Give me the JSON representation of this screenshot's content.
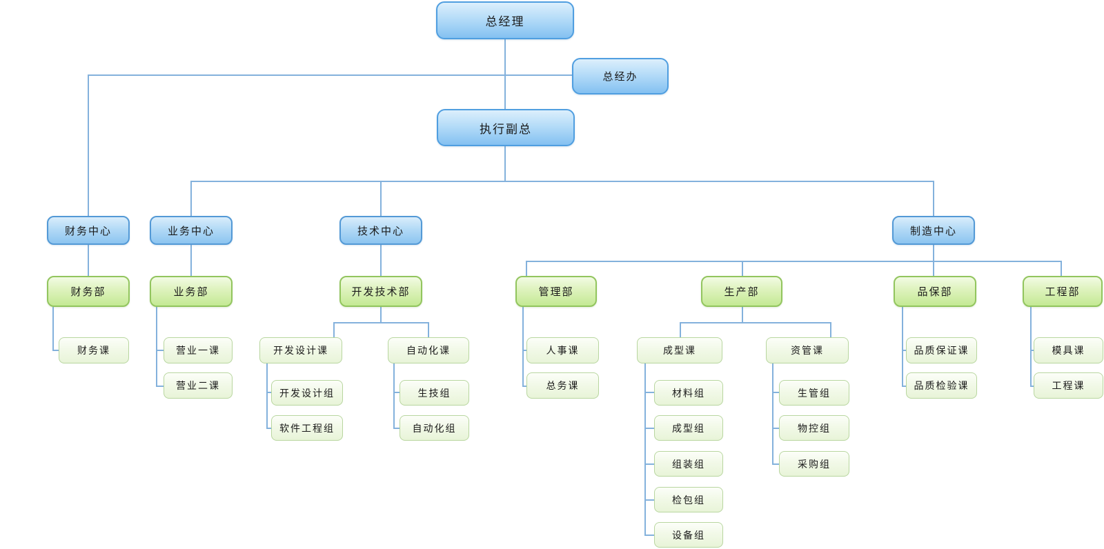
{
  "diagram": {
    "type": "org-chart",
    "language": "zh-CN",
    "background": "#ffffff"
  },
  "colors": {
    "connector": "#83b1dc",
    "level1_box_border": "#4f9ee0",
    "level1_box_gradient_top": "#dceffc",
    "level1_box_gradient_bottom": "#84c1f1",
    "center_box_border": "#5399d6",
    "dept_box_border": "#92c55e",
    "dept_box_gradient_top": "#f2fbe3",
    "dept_box_gradient_bottom": "#c4e994",
    "section_box_border": "#b8d69f",
    "section_box_gradient_top": "#fcfef9",
    "section_box_gradient_bottom": "#e8f4d8",
    "text": "#1a1a1a"
  },
  "nodes": {
    "gm": "总经理",
    "gmo": "总经办",
    "evp": "执行副总",
    "fin_center": "财务中心",
    "biz_center": "业务中心",
    "tech_center": "技术中心",
    "mfg_center": "制造中心",
    "fin_dept": "财务部",
    "biz_dept": "业务部",
    "devtech_dept": "开发技术部",
    "mgmt_dept": "管理部",
    "prod_dept": "生产部",
    "qa_dept": "品保部",
    "eng_dept": "工程部",
    "fin_sec": "财务课",
    "sales1_sec": "营业一课",
    "sales2_sec": "营业二课",
    "devdesign_sec": "开发设计课",
    "auto_sec": "自动化课",
    "hr_sec": "人事课",
    "ga_sec": "总务课",
    "molding_sec": "成型课",
    "resmgmt_sec": "资管课",
    "qa_assure_sec": "品质保证课",
    "qa_inspect_sec": "品质检验课",
    "mold_sec": "模具课",
    "eng_sec": "工程课",
    "devdesign_grp": "开发设计组",
    "software_grp": "软件工程组",
    "prodtech_grp": "生技组",
    "auto_grp": "自动化组",
    "material_grp": "材料组",
    "molding_grp": "成型组",
    "assembly_grp": "组装组",
    "inspect_pack_grp": "检包组",
    "equipment_grp": "设备组",
    "prodmgmt_grp": "生管组",
    "matctrl_grp": "物控组",
    "purchasing_grp": "采购组"
  },
  "hierarchy": {
    "label": "总经理",
    "children": [
      {
        "label": "总经办",
        "staff": true
      },
      {
        "label": "执行副总",
        "children": [
          {
            "label": "财务中心",
            "children": [
              {
                "label": "财务部",
                "children": [
                  {
                    "label": "财务课"
                  }
                ]
              }
            ]
          },
          {
            "label": "业务中心",
            "children": [
              {
                "label": "业务部",
                "children": [
                  {
                    "label": "营业一课"
                  },
                  {
                    "label": "营业二课"
                  }
                ]
              }
            ]
          },
          {
            "label": "技术中心",
            "children": [
              {
                "label": "开发技术部",
                "children": [
                  {
                    "label": "开发设计课",
                    "children": [
                      {
                        "label": "开发设计组"
                      },
                      {
                        "label": "软件工程组"
                      }
                    ]
                  },
                  {
                    "label": "自动化课",
                    "children": [
                      {
                        "label": "生技组"
                      },
                      {
                        "label": "自动化组"
                      }
                    ]
                  }
                ]
              }
            ]
          },
          {
            "label": "制造中心",
            "children": [
              {
                "label": "管理部",
                "children": [
                  {
                    "label": "人事课"
                  },
                  {
                    "label": "总务课"
                  }
                ]
              },
              {
                "label": "生产部",
                "children": [
                  {
                    "label": "成型课",
                    "children": [
                      {
                        "label": "材料组"
                      },
                      {
                        "label": "成型组"
                      },
                      {
                        "label": "组装组"
                      },
                      {
                        "label": "检包组"
                      },
                      {
                        "label": "设备组"
                      }
                    ]
                  },
                  {
                    "label": "资管课",
                    "children": [
                      {
                        "label": "生管组"
                      },
                      {
                        "label": "物控组"
                      },
                      {
                        "label": "采购组"
                      }
                    ]
                  }
                ]
              },
              {
                "label": "品保部",
                "children": [
                  {
                    "label": "品质保证课"
                  },
                  {
                    "label": "品质检验课"
                  }
                ]
              },
              {
                "label": "工程部",
                "children": [
                  {
                    "label": "模具课"
                  },
                  {
                    "label": "工程课"
                  }
                ]
              }
            ]
          }
        ]
      }
    ]
  }
}
